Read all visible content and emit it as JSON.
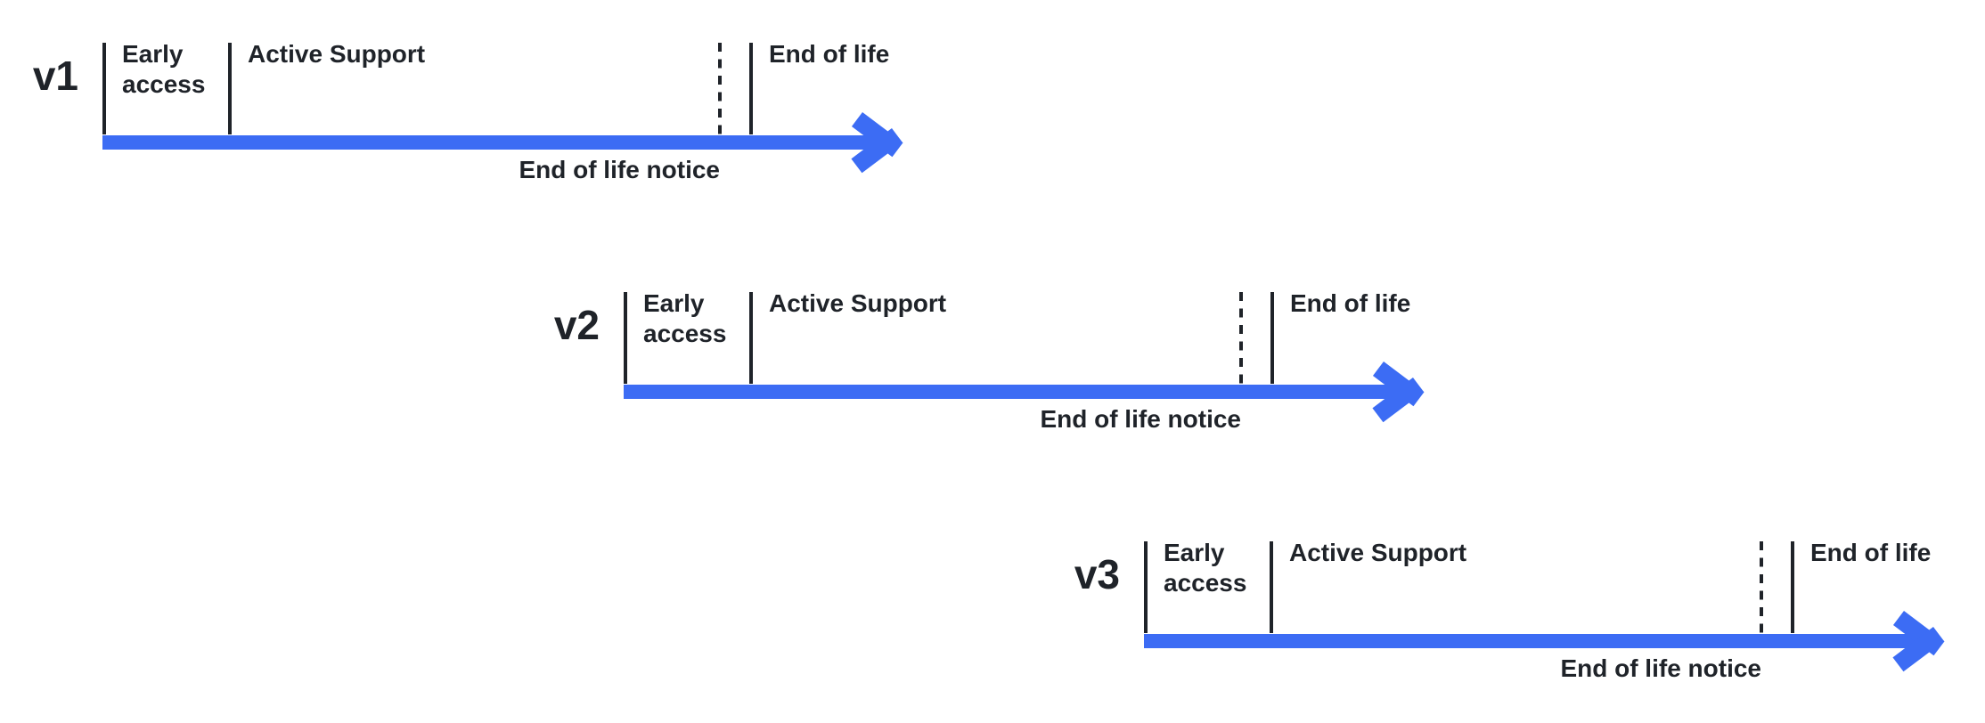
{
  "colors": {
    "arrow_blue": "#3c6cf4",
    "ink": "#1f2329",
    "background": "#ffffff"
  },
  "timelines": [
    {
      "version": "v1",
      "early_access": "Early\naccess",
      "active_support": "Active Support",
      "end_of_life": "End of life",
      "end_of_life_notice": "End of life notice"
    },
    {
      "version": "v2",
      "early_access": "Early\naccess",
      "active_support": "Active Support",
      "end_of_life": "End of life",
      "end_of_life_notice": "End of life notice"
    },
    {
      "version": "v3",
      "early_access": "Early\naccess",
      "active_support": "Active Support",
      "end_of_life": "End of life",
      "end_of_life_notice": "End of life notice"
    }
  ]
}
